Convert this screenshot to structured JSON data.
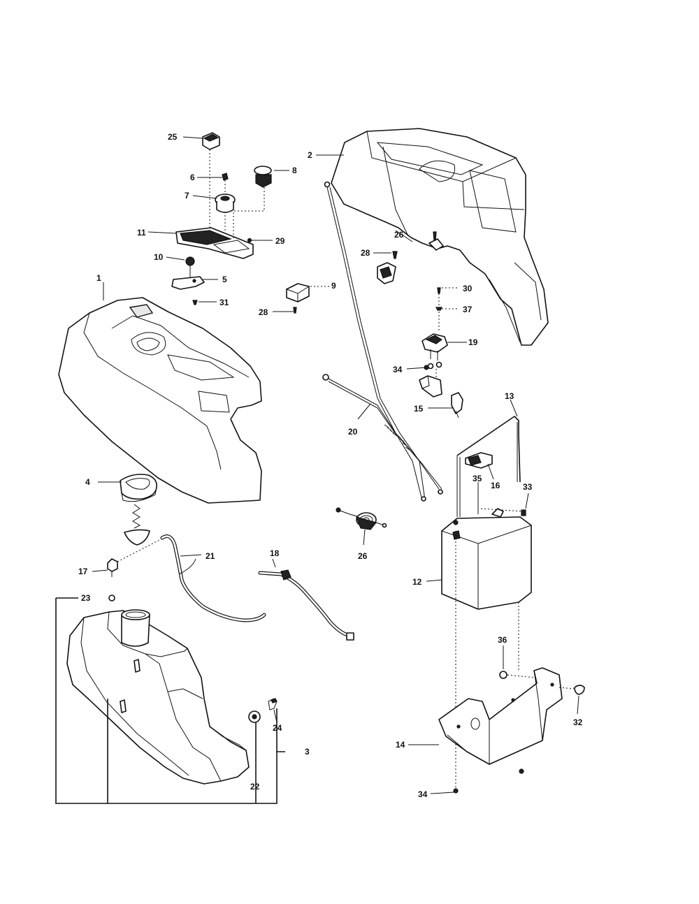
{
  "diagram": {
    "labels": {
      "1": "1",
      "2": "2",
      "3": "3",
      "4": "4",
      "5": "5",
      "6": "6",
      "7": "7",
      "8": "8",
      "9": "9",
      "10": "10",
      "11": "11",
      "12": "12",
      "13": "13",
      "14": "14",
      "15": "15",
      "16": "16",
      "17": "17",
      "18": "18",
      "19": "19",
      "20": "20",
      "21": "21",
      "22": "22",
      "23": "23",
      "24": "24",
      "25": "25",
      "26": "26",
      "28": "28",
      "29": "29",
      "30": "30",
      "31": "31",
      "32": "32",
      "33": "33",
      "34": "34",
      "35": "35",
      "36": "36",
      "37": "37"
    }
  }
}
